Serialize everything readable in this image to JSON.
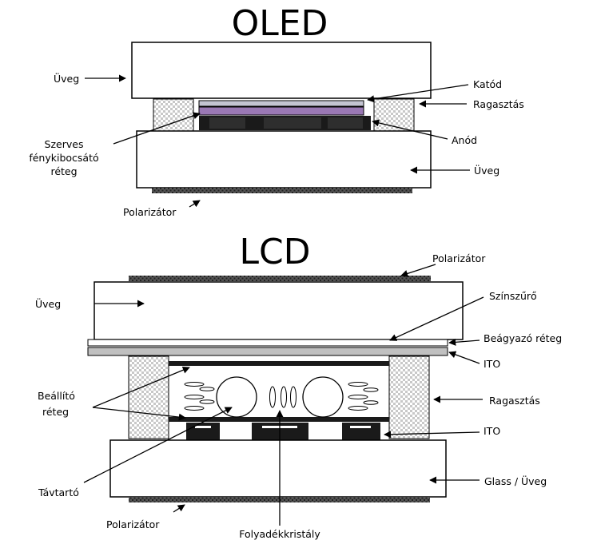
{
  "oled": {
    "title": "OLED",
    "labels": {
      "glass_top": "Üveg",
      "cathode": "Katód",
      "adhesive": "Ragasztás",
      "organic_line1": "Szerves",
      "organic_line2": "fénykibocsátó",
      "organic_line3": "réteg",
      "anode": "Anód",
      "glass_bottom": "Üveg",
      "polarizer": "Polarizátor"
    }
  },
  "lcd": {
    "title": "LCD",
    "labels": {
      "polarizer_top": "Polarizátor",
      "glass_top": "Üveg",
      "color_filter": "Színszűrő",
      "embedding_layer": "Beágyazó réteg",
      "ito_top": "ITO",
      "alignment_line1": "Beállító",
      "alignment_line2": "réteg",
      "adhesive": "Ragasztás",
      "ito_bottom": "ITO",
      "spacer": "Távtartó",
      "glass_bottom": "Glass / Üveg",
      "polarizer_bottom": "Polarizátor",
      "liquid_crystal": "Folyadékkristály"
    }
  },
  "colors": {
    "organic_layer": "#9a78b4",
    "cathode_layer": "#c4c4d2",
    "ito_layer": "#c0c0c0",
    "dark_layer": "#1a1a1a",
    "checker_light": "#ffffff",
    "checker_dark": "#c8c8c8"
  }
}
